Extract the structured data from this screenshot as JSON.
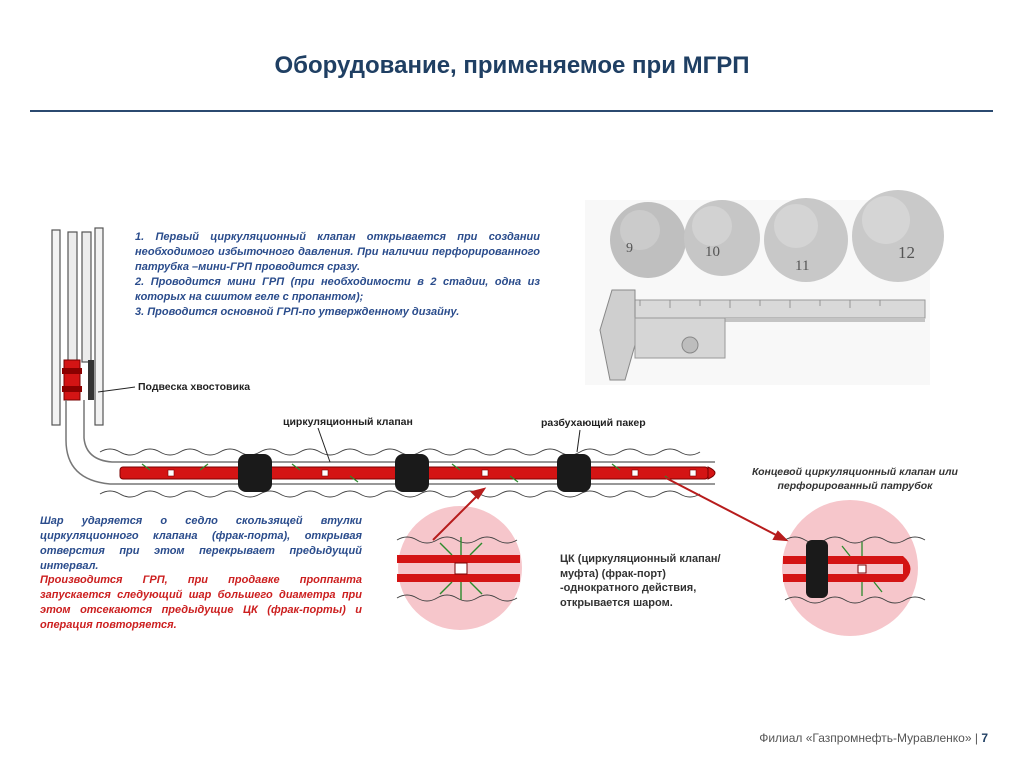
{
  "slide": {
    "title": "Оборудование, применяемое при МГРП",
    "steps": [
      "1. Первый циркуляционный клапан открывается при создании необходимого избыточного давления. При наличии перфорированного патрубка –мини-ГРП проводится сразу.",
      "2. Проводится мини ГРП (при необходимости в 2 стадии, одна из которых на сшитом геле с пропантом);",
      "3. Проводится основной ГРП-по утвержденному дизайну."
    ],
    "labels": {
      "hanger": "Подвеска хвостовика",
      "circ_valve": "циркуляционный клапан",
      "swell_packer": "разбухающий пакер",
      "end_valve": "Концевой циркуляционный клапан или перфорированный патрубок"
    },
    "ball_numbers": [
      "9",
      "10",
      "11",
      "12"
    ],
    "blue_paragraph": "Шар ударяется о седло скользящей втулки циркуляционного клапана (фрак-порта), открывая отверстия при этом перекрывает предыдущий интервал.",
    "red_paragraph": "Производится ГРП, при продавке проппанта запускается следующий шар большего диаметра при этом отсекаются предыдущие ЦК (фрак-порты) и операция повторяется.",
    "ck_description": "ЦК (циркуляционный клапан/муфта) (фрак-порт) -однократного действия, открывается шаром.",
    "footer": {
      "company": "Филиал «Газпромнефть-Муравленко» |",
      "page": "7"
    },
    "colors": {
      "title": "#1f3f63",
      "steps_text": "#2a4c8c",
      "red_text": "#cc1f1f",
      "pipe_red": "#d41414",
      "zoom_circle": "#f6c6cb"
    }
  }
}
